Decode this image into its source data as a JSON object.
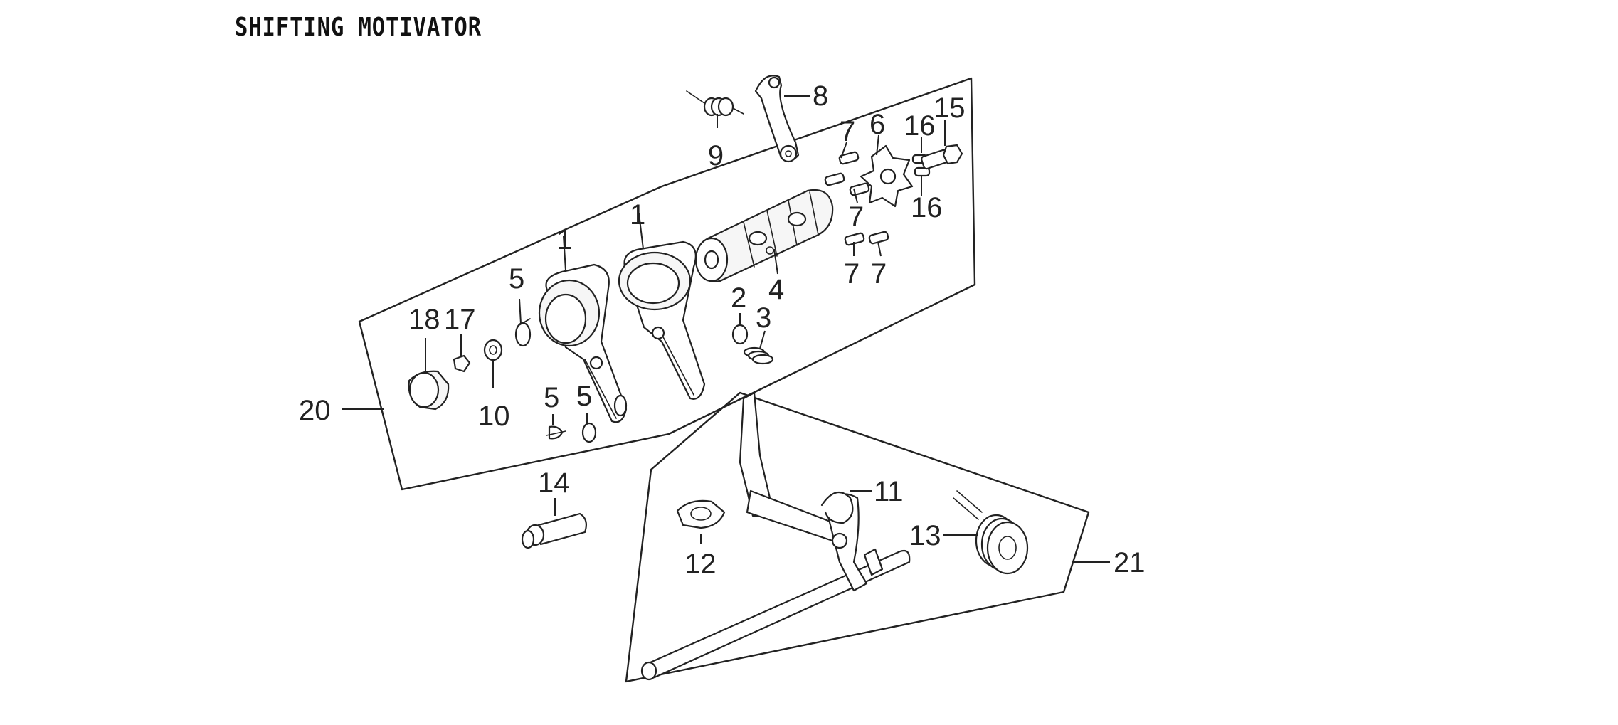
{
  "title": "SHIFTING MOTIVATOR",
  "callouts": {
    "c1a": "1",
    "c1b": "1",
    "c2": "2",
    "c3": "3",
    "c4": "4",
    "c5a": "5",
    "c5b": "5",
    "c5c": "5",
    "c6": "6",
    "c7a": "7",
    "c7b": "7",
    "c7c": "7",
    "c7d": "7",
    "c8": "8",
    "c9": "9",
    "c10": "10",
    "c11": "11",
    "c12": "12",
    "c13": "13",
    "c14": "14",
    "c15": "15",
    "c16a": "16",
    "c16b": "16",
    "c17": "17",
    "c18": "18",
    "c20": "20",
    "c21": "21"
  }
}
